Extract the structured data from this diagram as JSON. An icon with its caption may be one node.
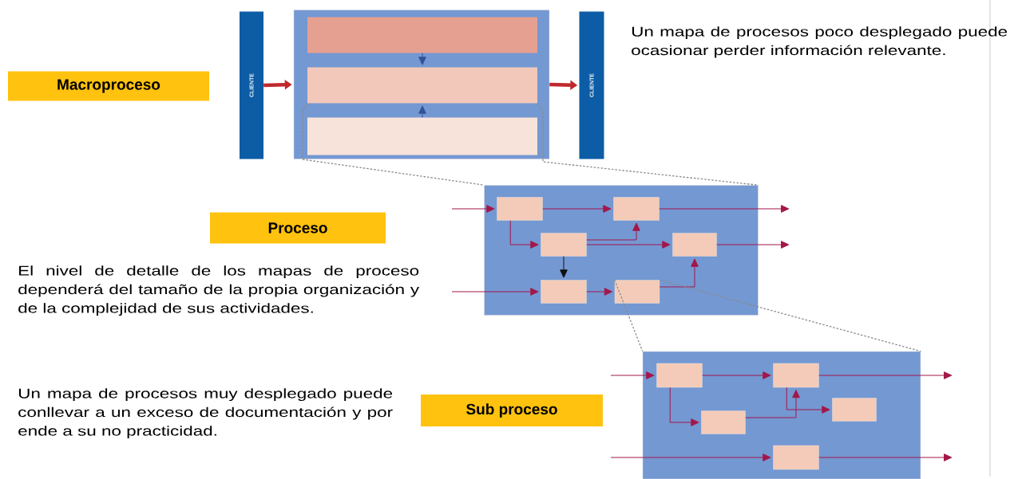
{
  "diagram": {
    "nodes": [
      {
        "text": [
          "Macroproceso"
        ]
      },
      {
        "text": [
          "CLIENTE"
        ]
      },
      {
        "text": [],
        "shape": "box"
      },
      {
        "text": [],
        "shape": "bar",
        "in": 2
      },
      {
        "text": [],
        "shape": "bar",
        "in": 2
      },
      {
        "text": [],
        "shape": "bar",
        "in": 2
      },
      {
        "text": [
          "CLIENTE"
        ]
      },
      {
        "text": [
          "Proceso"
        ]
      },
      {
        "text": [],
        "shape": "box"
      },
      {
        "text": [],
        "shape": "box",
        "in": 8
      },
      {
        "text": [],
        "shape": "box",
        "in": 8
      },
      {
        "text": [],
        "shape": "box",
        "in": 8
      },
      {
        "text": [],
        "shape": "box",
        "in": 8
      },
      {
        "text": [],
        "shape": "box",
        "in": 8
      },
      {
        "text": [],
        "shape": "box",
        "in": 8
      },
      {
        "text": [
          "Sub proceso"
        ]
      },
      {
        "text": [],
        "shape": "box"
      },
      {
        "text": [],
        "shape": "box",
        "in": 16
      },
      {
        "text": [],
        "shape": "box",
        "in": 16
      },
      {
        "text": [],
        "shape": "box",
        "in": 16
      },
      {
        "text": [],
        "shape": "box",
        "in": 16
      },
      {
        "text": [],
        "shape": "box",
        "in": 16
      }
    ],
    "edges": [
      {
        "from": 1,
        "to": 2,
        "arrow": "to",
        "style": "thick",
        "color": "#c0282d"
      },
      {
        "from": 2,
        "to": 6,
        "arrow": "to",
        "style": "thick",
        "color": "#c0282d"
      },
      {
        "from": 3,
        "to": 4,
        "arrow": "to",
        "color": "#34529a"
      },
      {
        "from": 5,
        "to": 4,
        "arrow": "to",
        "color": "#34529a"
      },
      {
        "from": 4,
        "to": 8,
        "arrow": "none",
        "style": "dashed",
        "color": "#8a8a8a"
      },
      {
        "from": 4,
        "to": 8,
        "arrow": "none",
        "style": "dashed",
        "color": "#8a8a8a"
      },
      {
        "from": null,
        "to": 9,
        "arrow": "to"
      },
      {
        "from": 9,
        "to": 10,
        "arrow": "to"
      },
      {
        "from": 10,
        "to": null,
        "arrow": "to"
      },
      {
        "from": 9,
        "to": 11,
        "arrow": "to"
      },
      {
        "from": 11,
        "to": 10,
        "arrow": "to"
      },
      {
        "from": 11,
        "to": 12,
        "arrow": "to"
      },
      {
        "from": 12,
        "to": null,
        "arrow": "to"
      },
      {
        "from": 11,
        "to": 13,
        "arrow": "to",
        "color": "#111111"
      },
      {
        "from": null,
        "to": 13,
        "arrow": "to"
      },
      {
        "from": 13,
        "to": 14,
        "arrow": "to"
      },
      {
        "from": 14,
        "to": 12,
        "arrow": "to"
      },
      {
        "from": 14,
        "to": 16,
        "arrow": "none",
        "style": "dashed",
        "color": "#8a8a8a"
      },
      {
        "from": 14,
        "to": 16,
        "arrow": "none",
        "style": "dashed",
        "color": "#8a8a8a"
      },
      {
        "from": null,
        "to": 17,
        "arrow": "to"
      },
      {
        "from": 17,
        "to": 18,
        "arrow": "to"
      },
      {
        "from": 18,
        "to": null,
        "arrow": "to"
      },
      {
        "from": 17,
        "to": 19,
        "arrow": "to"
      },
      {
        "from": 19,
        "to": 18,
        "arrow": "to"
      },
      {
        "from": 18,
        "to": 20,
        "arrow": "to"
      },
      {
        "from": null,
        "to": 21,
        "arrow": "to"
      },
      {
        "from": 21,
        "to": null,
        "arrow": "to"
      }
    ],
    "labels": [
      "Un mapa de procesos poco desplegado puede ocasionar perder información relevante.",
      "El nivel de detalle de los mapas de proceso dependerá del tamaño de la propia organización y de la complejidad de sus actividades.",
      "Un mapa de procesos muy desplegado puede conllevar a un exceso de documentación y por ende a su no practicidad."
    ]
  }
}
